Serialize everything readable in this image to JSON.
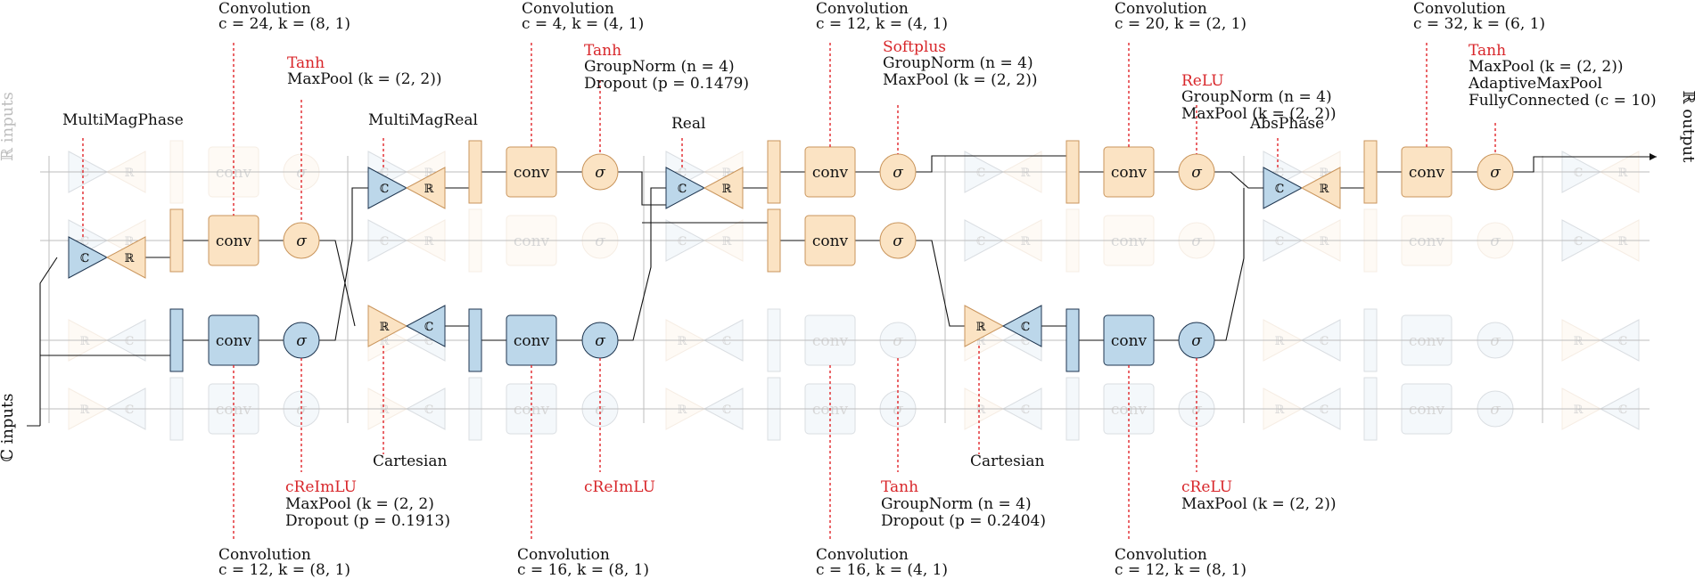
{
  "side_labels": {
    "real_inputs": "ℝ inputs",
    "complex_inputs": "ℂ inputs",
    "real_output": "ℝ output"
  },
  "colors": {
    "orange_fill": "#fbe3c3",
    "orange_stroke": "#c9955c",
    "blue_fill": "#bcd7ea",
    "blue_stroke": "#1f3650",
    "dash": "#e0262a"
  },
  "symbols": {
    "complex": "ℂ",
    "real": "ℝ",
    "conv": "conv",
    "sigma": "σ"
  },
  "blocks": [
    {
      "converter": "MultiMagPhase",
      "top_conv": {
        "title": "Convolution",
        "params": "c = 24, k = (8, 1)"
      },
      "top_act": {
        "name": "Tanh",
        "ops": [
          "MaxPool (k = (2, 2))"
        ]
      },
      "bottom_conv": {
        "title": "Convolution",
        "params": "c = 12, k = (8, 1)"
      },
      "bottom_act": {
        "name": "cReImLU",
        "ops": [
          "MaxPool (k = (2, 2)",
          "Dropout (p = 0.1913)"
        ]
      }
    },
    {
      "converter": "MultiMagReal",
      "bottom_converter": "Cartesian",
      "top_conv": {
        "title": "Convolution",
        "params": "c = 4, k = (4, 1)"
      },
      "top_act": {
        "name": "Tanh",
        "ops": [
          "GroupNorm (n = 4)",
          "Dropout (p = 0.1479)"
        ]
      },
      "bottom_conv": {
        "title": "Convolution",
        "params": "c = 16, k = (8, 1)"
      },
      "bottom_act": {
        "name": "cReImLU",
        "ops": []
      }
    },
    {
      "converter": "Real",
      "top_conv": {
        "title": "Convolution",
        "params": "c = 12, k = (4, 1)"
      },
      "top_act": {
        "name": "Softplus",
        "ops": [
          "GroupNorm (n = 4)",
          "MaxPool (k = (2, 2))"
        ]
      },
      "bottom_conv": {
        "title": "Convolution",
        "params": "c = 16, k = (4, 1)"
      },
      "bottom_act": {
        "name": "Tanh",
        "ops": [
          "GroupNorm (n = 4)",
          "Dropout (p = 0.2404)"
        ]
      }
    },
    {
      "converter": "",
      "bottom_converter": "Cartesian",
      "top_conv": {
        "title": "Convolution",
        "params": "c = 20, k = (2, 1)"
      },
      "top_act": {
        "name": "ReLU",
        "ops": [
          "GroupNorm (n = 4)",
          "MaxPool (k = (2, 2))"
        ]
      },
      "bottom_conv": {
        "title": "Convolution",
        "params": "c = 12, k = (8, 1)"
      },
      "bottom_act": {
        "name": "cReLU",
        "ops": [
          "MaxPool (k = (2, 2))"
        ]
      }
    },
    {
      "converter": "AbsPhase",
      "top_conv": {
        "title": "Convolution",
        "params": "c = 32, k = (6, 1)"
      },
      "top_act": {
        "name": "Tanh",
        "ops": [
          "MaxPool (k = (2, 2))",
          "AdaptiveMaxPool",
          "FullyConnected (c = 10)"
        ]
      }
    }
  ]
}
